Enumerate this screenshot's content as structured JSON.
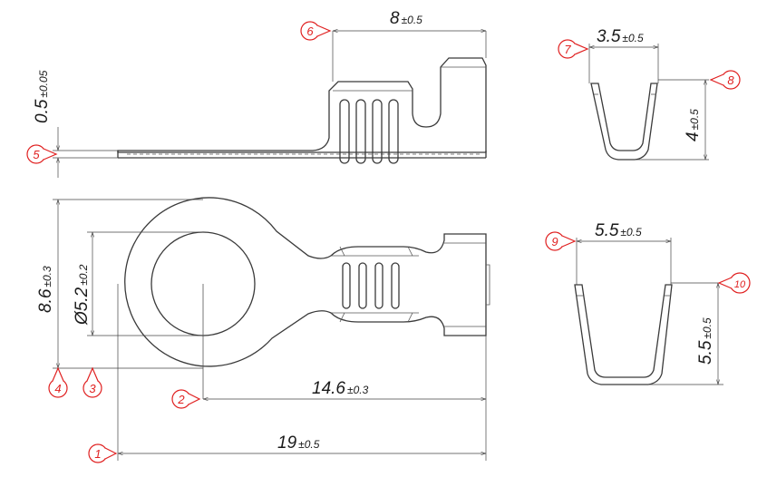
{
  "dimensions": {
    "d1": {
      "value": "19",
      "tol": "±0.5"
    },
    "d2": {
      "value": "14.6",
      "tol": "±0.3"
    },
    "d3": {
      "value": "Ø5.2",
      "tol": "±0.2"
    },
    "d4": {
      "value": "8.6",
      "tol": "±0.3"
    },
    "d5": {
      "value": "0.5",
      "tol": "±0.05"
    },
    "d6": {
      "value": "8",
      "tol": "±0.5"
    },
    "d7": {
      "value": "3.5",
      "tol": "±0.5"
    },
    "d8": {
      "value": "4",
      "tol": "±0.5"
    },
    "d9": {
      "value": "5.5",
      "tol": "±0.5"
    },
    "d10": {
      "value": "5.5",
      "tol": "±0.5"
    }
  },
  "markers": [
    "1",
    "2",
    "3",
    "4",
    "5",
    "6",
    "7",
    "8",
    "9",
    "10"
  ],
  "colors": {
    "marker": "#e02020",
    "line": "#3a3a3a"
  }
}
